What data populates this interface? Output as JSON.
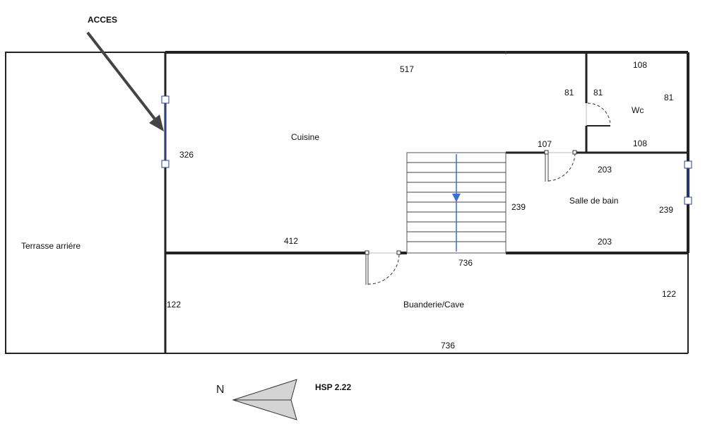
{
  "access_label": "ACCES",
  "rooms": {
    "terrasse": "Terrasse arriére",
    "cuisine": "Cuisine",
    "wc": "Wc",
    "salle_de_bain": "Salle de bain",
    "buanderie": "Buanderie/Cave"
  },
  "dimensions": {
    "cuisine_top": "517",
    "cuisine_left": "326",
    "cuisine_bottom": "412",
    "stair_side": "239",
    "wc_top": "108",
    "wc_right": "81",
    "wc_left_outer": "81",
    "wc_left_inner": "81",
    "wc_bottom": "108",
    "door_wall": "107",
    "sdb_top": "203",
    "sdb_right": "239",
    "sdb_bottom": "203",
    "buanderie_top": "736",
    "buanderie_left": "122",
    "buanderie_right": "122",
    "buanderie_bottom": "736"
  },
  "compass": {
    "north_label": "N",
    "hsp_label": "HSP 2.22"
  },
  "colors": {
    "wall": "#222222",
    "window": "#2a3f8f",
    "stair_arrow": "#3a6fd8",
    "arrow": "#444444",
    "compass_fill": "#d4d4d4"
  },
  "icons": {
    "access_arrow": "arrow-icon",
    "stair_direction": "arrow-down-icon",
    "north": "compass-arrow-icon"
  }
}
